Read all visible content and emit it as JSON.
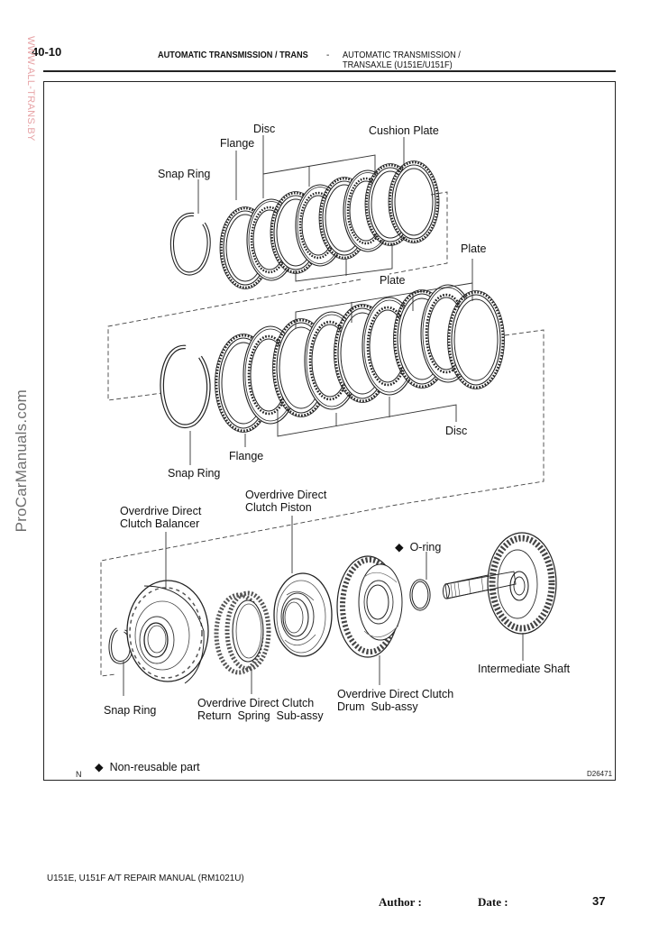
{
  "header": {
    "section_page": "40-10",
    "title": "AUTOMATIC TRANSMISSION / TRANS",
    "separator": "-",
    "subtitle_line1": "AUTOMATIC TRANSMISSION /",
    "subtitle_line2": "TRANSAXLE (U151E/U151F)"
  },
  "watermarks": {
    "top_left": "WWW.ALL-TRANS.BY",
    "side": "ProCarManuals.com",
    "top_left_color": "#e7a3a6",
    "side_color": "#6f6f6f"
  },
  "diagram": {
    "labels": {
      "upper_snap_ring": "Snap Ring",
      "upper_flange": "Flange",
      "upper_disc": "Disc",
      "cushion_plate": "Cushion Plate",
      "upper_plate": "Plate",
      "middle_plate": "Plate",
      "lower_disc": "Disc",
      "lower_flange": "Flange",
      "lower_snap_ring": "Snap Ring",
      "balancer_line1": "Overdrive Direct",
      "balancer_line2": "Clutch Balancer",
      "piston_line1": "Overdrive Direct",
      "piston_line2": "Clutch Piston",
      "o_ring": "O-ring",
      "intermediate_shaft": "Intermediate Shaft",
      "drum_line1": "Overdrive Direct Clutch",
      "drum_line2": "Drum  Sub-assy",
      "return_spring_line1": "Overdrive Direct Clutch",
      "return_spring_line2": "Return  Spring  Sub-assy",
      "bottom_snap_ring": "Snap Ring"
    },
    "legend": {
      "symbol": "◆",
      "text": "Non-reusable part"
    },
    "corner_code": "N",
    "figure_id": "D26471"
  },
  "footer": {
    "manual": "U151E, U151F A/T REPAIR MANUAL   (RM1021U)",
    "author_label": "Author :",
    "date_label": "Date :",
    "page_number": "37"
  }
}
